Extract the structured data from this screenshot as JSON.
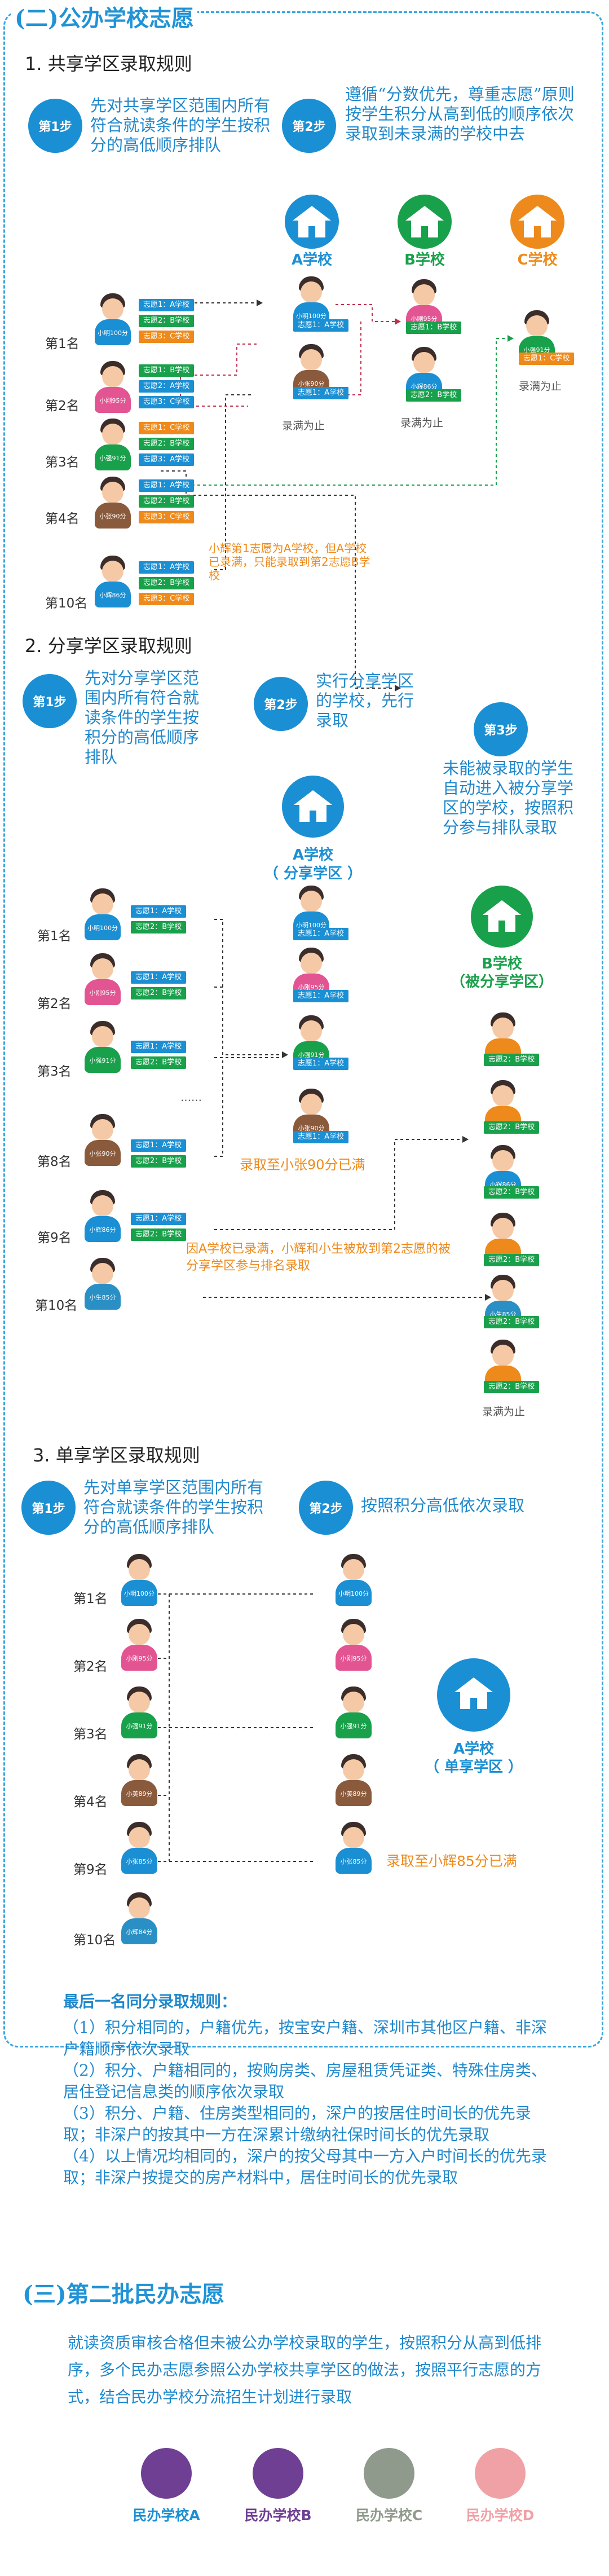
{
  "section2_title": "(二)公办学校志愿",
  "s1": {
    "heading": "1. 共享学区录取规则",
    "step1_badge": "第1步",
    "step1_text": "先对共享学区范围内所有符合就读条件的学生按积分的高低顺序排队",
    "step2_badge": "第2步",
    "step2_text": "遵循“分数优先，尊重志愿”原则按学生积分从高到低的顺序依次录取到未录满的学校中去",
    "schools": [
      "A学校",
      "B学校",
      "C学校"
    ],
    "ranks": [
      "第1名",
      "第2名",
      "第3名",
      "第4名",
      "第10名"
    ],
    "students": [
      "小明100分",
      "小刚95分",
      "小强91分",
      "小张90分",
      "小辉86分"
    ],
    "choices_first": [
      [
        "志愿1：A学校",
        "志愿2：B学校",
        "志愿3：C学校"
      ],
      [
        "志愿1：B学校",
        "志愿2：A学校",
        "志愿3：C学校"
      ],
      [
        "志愿1：C学校",
        "志愿2：B学校",
        "志愿3：A学校"
      ],
      [
        "志愿1：A学校",
        "志愿2：B学校",
        "志愿3：C学校"
      ],
      [
        "志愿1：A学校",
        "志愿2：B学校",
        "志愿3：C学校"
      ]
    ],
    "admit_a": [
      "志愿1：A学校",
      "志愿1：A学校"
    ],
    "admit_b": [
      "志愿1：B学校",
      "志愿2：B学校"
    ],
    "admit_c": "志愿1：C学校",
    "full_a": "录满为止",
    "full_b": "录满为止",
    "full_c": "录满为止",
    "note": "小辉第1志愿为A学校，但A学校已录满，只能录取到第2志愿B学校"
  },
  "s2": {
    "heading": "2. 分享学区录取规则",
    "step1_badge": "第1步",
    "step1_text": "先对分享学区范围内所有符合就读条件的学生按积分的高低顺序排队",
    "step2_badge": "第2步",
    "step2_text": "实行分享学区的学校，先行录取",
    "step3_badge": "第3步",
    "step3_text": "未能被录取的学生自动进入被分享学区的学校，按照积分参与排队录取",
    "school_a": "A学校",
    "school_a_sub": "（ 分享学区 ）",
    "school_b": "B学校",
    "school_b_sub": "（被分享学区）",
    "ranks": [
      "第1名",
      "第2名",
      "第3名",
      "第8名",
      "第9名",
      "第10名"
    ],
    "students": [
      "小明100分",
      "小刚95分",
      "小强91分",
      "小张90分",
      "小辉86分",
      "小生85分"
    ],
    "c1": "志愿1：A学校",
    "c2": "志愿2：B学校",
    "admit_a": "志愿1：A学校",
    "admit_b": "志愿2：B学校",
    "dots": "……",
    "note_a": "录取至小张90分已满",
    "note_b": "因A学校已录满，小辉和小生被放到第2志愿的被分享学区参与排名录取",
    "full_b": "录满为止"
  },
  "s3": {
    "heading": "3. 单享学区录取规则",
    "step1_badge": "第1步",
    "step1_text": "先对单享学区范围内所有符合就读条件的学生按积分的高低顺序排队",
    "step2_badge": "第2步",
    "step2_text": "按照积分高低依次录取",
    "ranks": [
      "第1名",
      "第2名",
      "第3名",
      "第4名",
      "第9名",
      "第10名"
    ],
    "students": [
      "小明100分",
      "小刚95分",
      "小强91分",
      "小美89分",
      "小张85分",
      "小辉84分"
    ],
    "school": "A学校",
    "school_sub": "（ 单享学区 ）",
    "note": "录取至小辉85分已满"
  },
  "rules": {
    "heading": "最后一名同分录取规则：",
    "items": [
      "（1）积分相同的，户籍优先，按宝安户籍、深圳市其他区户籍、非深户籍顺序依次录取",
      "（2）积分、户籍相同的，按购房类、房屋租赁凭证类、特殊住房类、居住登记信息类的顺序依次录取",
      "（3）积分、户籍、住房类型相同的，深户的按居住时间长的优先录取；非深户的按其中一方在深累计缴纳社保时间长的优先录取",
      "（4）以上情况均相同的，深户的按父母其中一方入户时间长的优先录取；非深户按提交的房产材料中，居住时间长的优先录取"
    ]
  },
  "section3_title": "(三)第二批民办志愿",
  "minban": {
    "text": "就读资质审核合格但未被公办学校录取的学生，按照积分从高到低排序，多个民办志愿参照公办学校共享学区的做法，按照平行志愿的方式，结合民办学校分流招生计划进行录取",
    "schools": [
      "民办学校A",
      "民办学校B",
      "民办学校C",
      "民办学校D"
    ]
  },
  "colors": {
    "blue": "#1b8fd3",
    "orange": "#ee8a1b",
    "green": "#19a04b",
    "pink": "#e25592",
    "purple": "#6e3f93",
    "gray": "#8f9a8c",
    "lightpink": "#f0a1a6"
  }
}
